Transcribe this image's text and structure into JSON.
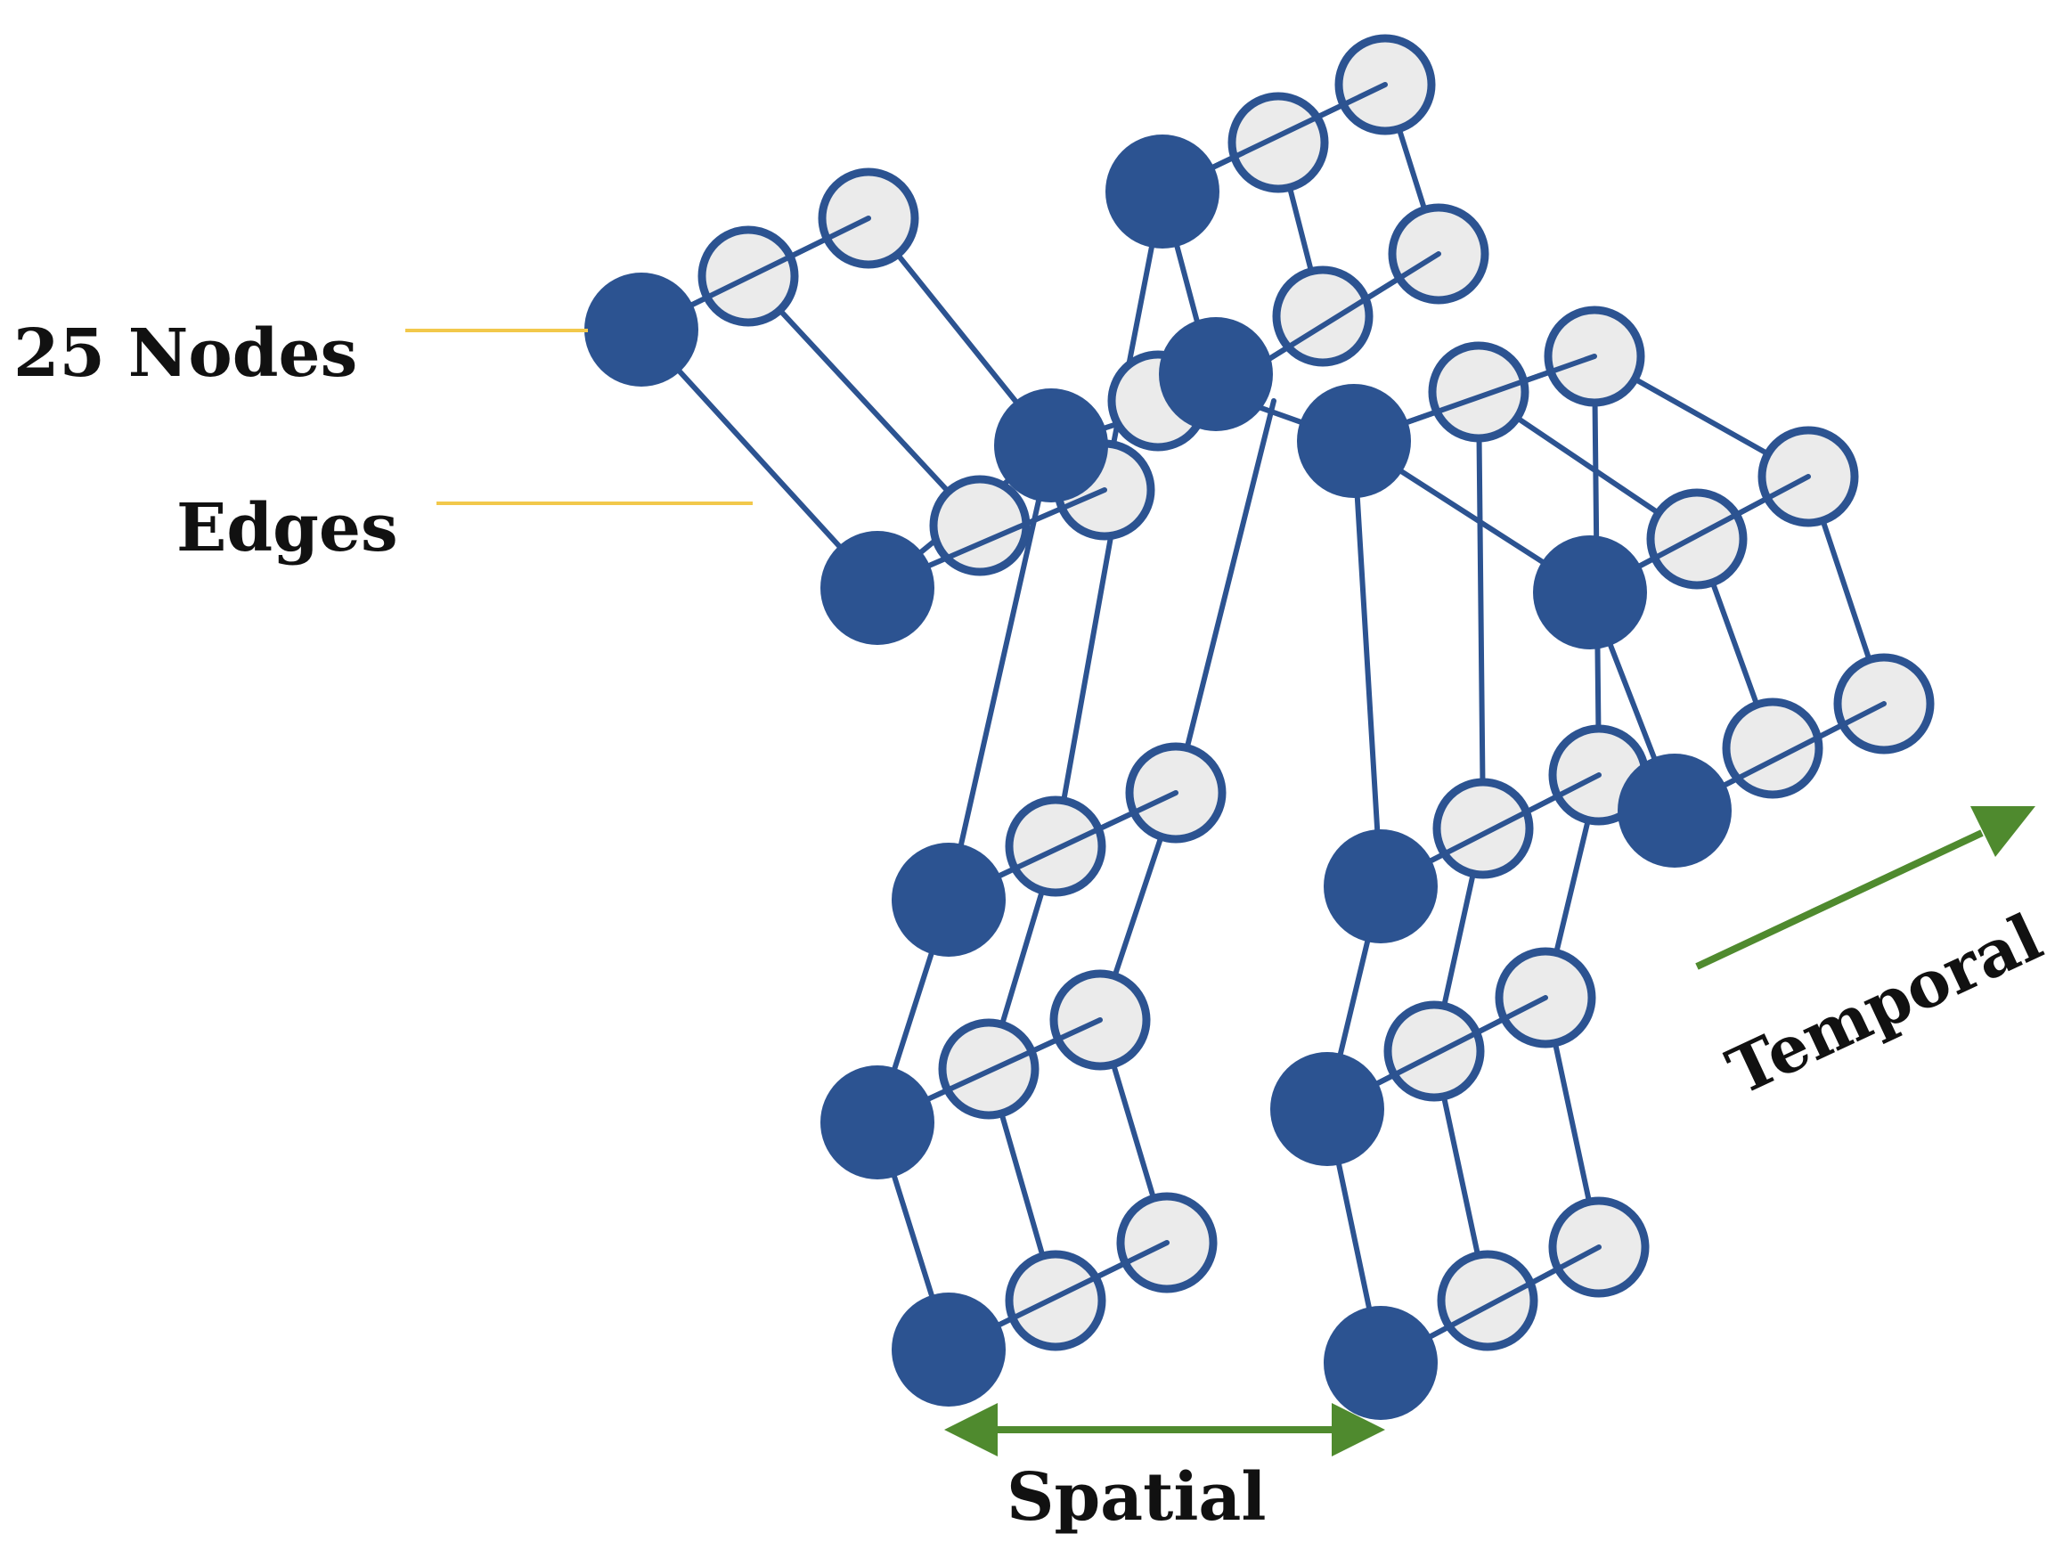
{
  "labels": {
    "nodes": "25 Nodes",
    "edges": "Edges",
    "spatial": "Spatial",
    "temporal": "Temporal"
  },
  "colors": {
    "node_solid": "#2c5391",
    "node_hollow_fill": "#ebebeb",
    "edge": "#2c5391",
    "axis_arrow": "#4f8a2e",
    "callout_line": "#f2c84b",
    "text": "#111111"
  }
}
